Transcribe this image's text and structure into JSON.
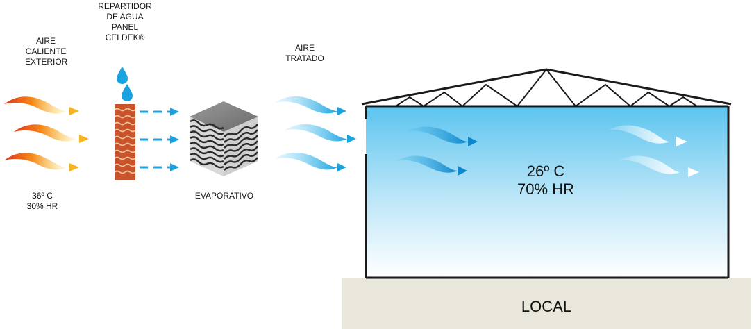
{
  "labels": {
    "hot_air": [
      "AIRE",
      "CALIENTE",
      "EXTERIOR"
    ],
    "distributor": [
      "REPARTIDOR",
      "DE AGUA",
      "PANEL",
      "CELDEK®"
    ],
    "treated_air": [
      "AIRE",
      "TRATADO"
    ],
    "evaporative": "EVAPORATIVO",
    "outside_temp": "36º C",
    "outside_hr": "30% HR",
    "inside_temp": "26º C",
    "inside_hr": "70% HR",
    "local": "LOCAL"
  },
  "colors": {
    "hot_flow": "#f5a41a",
    "hot_flow_dark": "#e03a12",
    "cool_flow": "#1aa3e0",
    "pad": "#c8502a",
    "water_drop": "#1aa3e0",
    "building_top": "#5fc6ef",
    "ground": "#e9e6dc"
  },
  "icons": [
    "water-drop-icon",
    "evaporative-cube-icon",
    "arrow-right-icon"
  ]
}
